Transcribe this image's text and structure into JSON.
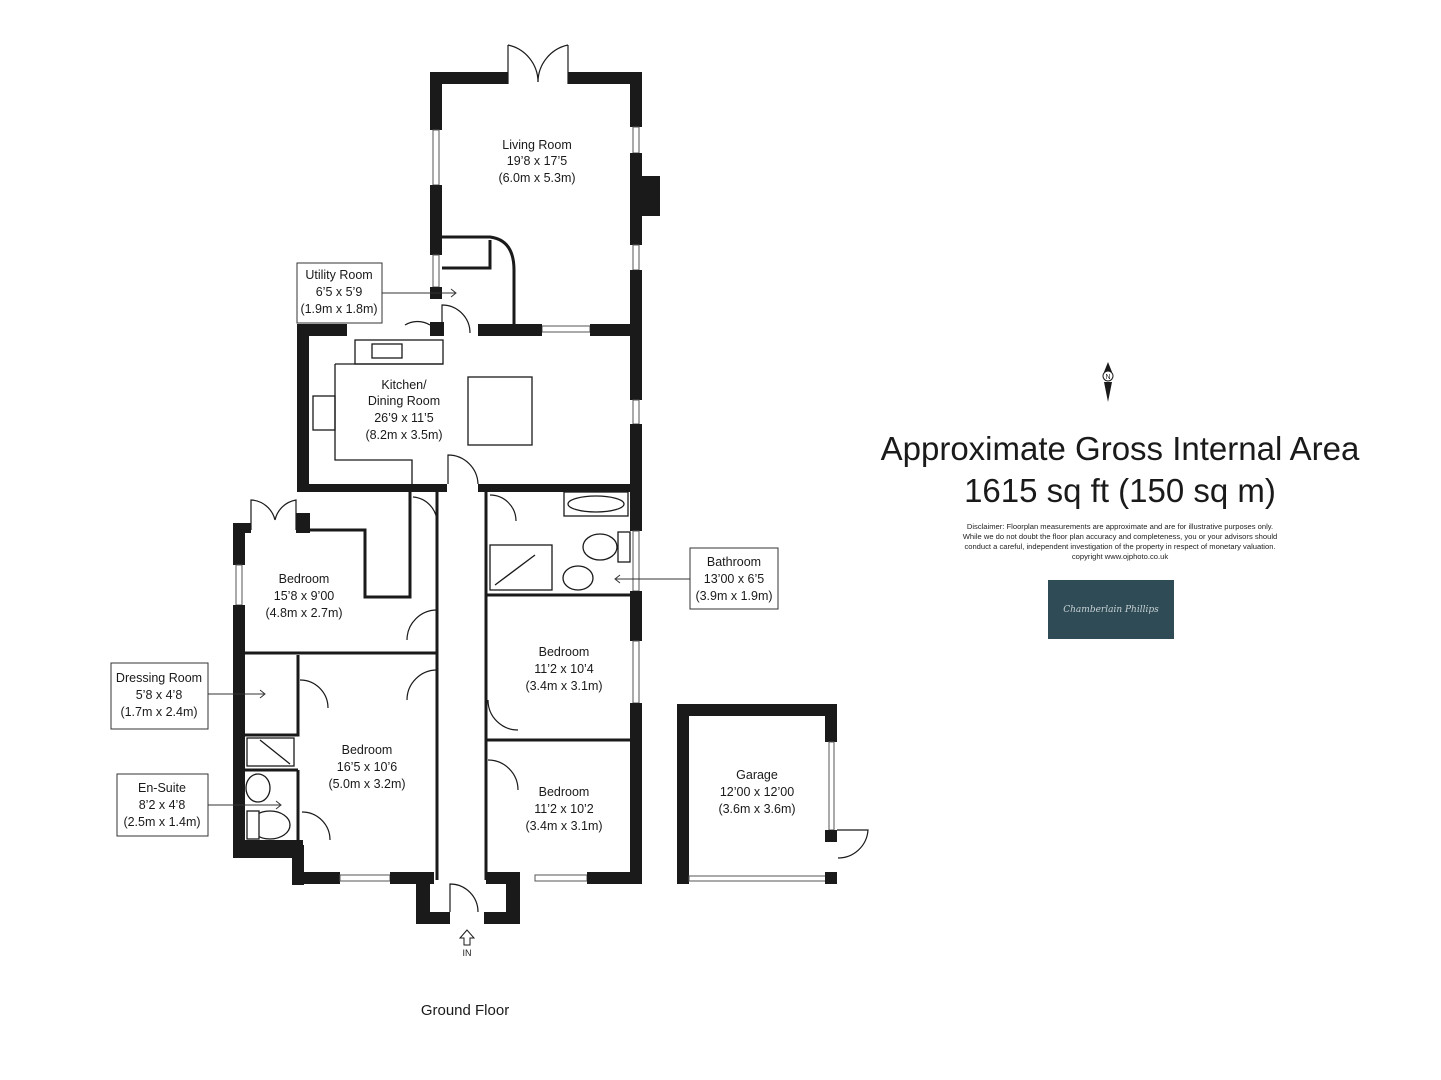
{
  "rooms": {
    "living": {
      "name": "Living Room",
      "imperial": "19’8 x 17’5",
      "metric": "(6.0m x 5.3m)"
    },
    "kitchen": {
      "name_line1": "Kitchen/",
      "name_line2": "Dining Room",
      "imperial": "26’9 x 11’5",
      "metric": "(8.2m x 3.5m)"
    },
    "bedroom1": {
      "name": "Bedroom",
      "imperial": "15’8 x 9’00",
      "metric": "(4.8m x 2.7m)"
    },
    "bedroom2": {
      "name": "Bedroom",
      "imperial": "16’5 x 10’6",
      "metric": "(5.0m x 3.2m)"
    },
    "bedroom3": {
      "name": "Bedroom",
      "imperial": "11’2 x 10’4",
      "metric": "(3.4m x 3.1m)"
    },
    "bedroom4": {
      "name": "Bedroom",
      "imperial": "11’2 x 10’2",
      "metric": "(3.4m x 3.1m)"
    },
    "garage": {
      "name": "Garage",
      "imperial": "12’00 x 12’00",
      "metric": "(3.6m x 3.6m)"
    }
  },
  "callouts": {
    "utility": {
      "name": "Utility Room",
      "imperial": "6’5 x 5’9",
      "metric": "(1.9m x 1.8m)"
    },
    "bathroom": {
      "name": "Bathroom",
      "imperial": "13’00 x 6’5",
      "metric": "(3.9m x 1.9m)"
    },
    "dressing": {
      "name": "Dressing Room",
      "imperial": "5’8 x 4’8",
      "metric": "(1.7m x 2.4m)"
    },
    "ensuite": {
      "name": "En-Suite",
      "imperial": "8’2 x 4’8",
      "metric": "(2.5m x 1.4m)"
    }
  },
  "entrance_label": "IN",
  "compass_label": "N",
  "floor_label": "Ground Floor",
  "area": {
    "title": "Approximate Gross Internal Area",
    "value": "1615 sq ft (150 sq m)"
  },
  "disclaimer": {
    "line1": "Disclaimer: Floorplan measurements are approximate and are for illustrative purposes only.",
    "line2": "While we do not doubt the floor plan accuracy and completeness, you or your advisors should",
    "line3": "conduct a careful, independent investigation of the property in respect of monetary valuation.",
    "line4": "copyright www.ojphoto.co.uk"
  },
  "logo": {
    "text": "Chamberlain Phillips",
    "background": "#2f4b56"
  }
}
